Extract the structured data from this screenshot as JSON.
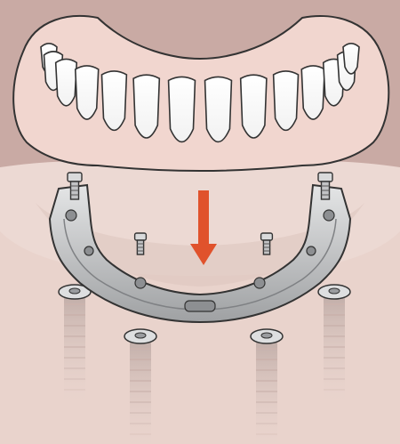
{
  "figure": {
    "caption": "",
    "colors": {
      "background_upper": "#c9aaa4",
      "background_lower": "#ecd9d3",
      "gum_base": "#f3dfd9",
      "denture_base": "#f1d6cf",
      "tooth": "#ffffff",
      "outline": "#333333",
      "bar_metal": "#c9cacb",
      "arrow": "#e0522c",
      "implant_shadow": "#d8c2bc"
    },
    "elements": {
      "denture": {
        "label": "",
        "tooth_count": 14
      },
      "bar": {
        "label": ""
      },
      "arrow": {
        "label": ""
      },
      "screws": {
        "count": 4
      },
      "implants": {
        "count": 4
      }
    }
  }
}
